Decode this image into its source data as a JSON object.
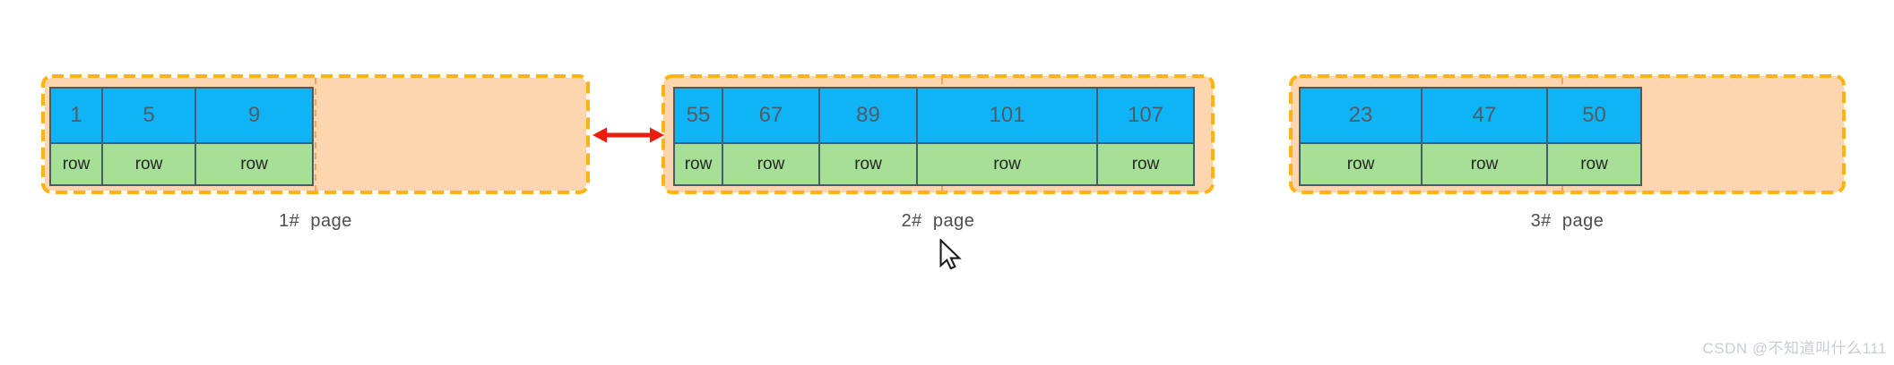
{
  "diagram_title": "database pages with index keys and rows",
  "colors": {
    "page-fill": "#FDD5AF",
    "page-border": "#FFB414",
    "divider": "#F5A35B",
    "key-fill": "#0FB4F7",
    "row-fill": "#A6E096",
    "cell-border": "#435E6B",
    "arrow": "#EE1C0E",
    "key-text": "#4F5D68",
    "row-text": "#262626",
    "label-text": "#4D4D4D",
    "watermark-text": "#C8CED5"
  },
  "pages": [
    {
      "label": "1#  page",
      "cells": [
        {
          "key": "1",
          "row": "row",
          "width": 56
        },
        {
          "key": "5",
          "row": "row",
          "width": 102
        },
        {
          "key": "9",
          "row": "row",
          "width": 129
        }
      ]
    },
    {
      "label": "2#  page",
      "cells": [
        {
          "key": "55",
          "row": "row",
          "width": 52
        },
        {
          "key": "67",
          "row": "row",
          "width": 106
        },
        {
          "key": "89",
          "row": "row",
          "width": 107
        },
        {
          "key": "101",
          "row": "row",
          "width": 199
        },
        {
          "key": "107",
          "row": "row",
          "width": 106
        }
      ]
    },
    {
      "label": "3#  page",
      "cells": [
        {
          "key": "23",
          "row": "row",
          "width": 134
        },
        {
          "key": "47",
          "row": "row",
          "width": 138
        },
        {
          "key": "50",
          "row": "row",
          "width": 103
        }
      ]
    }
  ],
  "icons": {
    "arrow": "double-headed-arrow",
    "cursor": "arrow-pointer"
  },
  "watermark": "CSDN @不知道叫什么111"
}
